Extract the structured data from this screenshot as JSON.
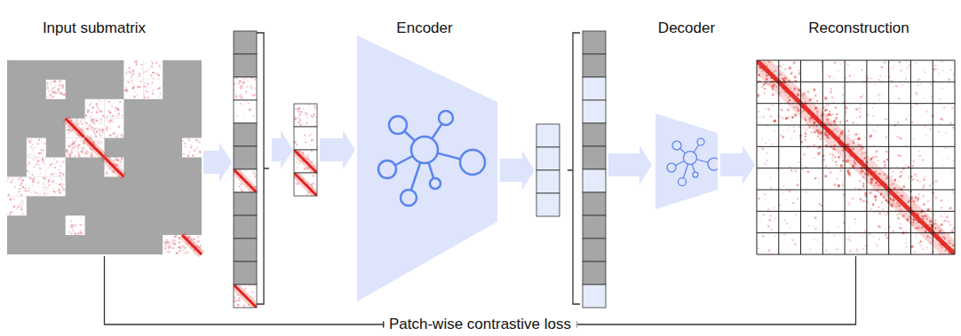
{
  "diagram": {
    "nodes": [
      {
        "text": [
          "Input submatrix"
        ]
      },
      {
        "text": [
          "Encoder"
        ]
      },
      {
        "text": [
          "Decoder"
        ]
      },
      {
        "text": [
          "Reconstruction"
        ]
      }
    ],
    "edges": [
      {
        "from": 0,
        "to": 3,
        "label": "Patch-wise contrastive loss",
        "arrow": "none"
      },
      {
        "from": 2,
        "to": 3,
        "arrow": "to"
      }
    ]
  }
}
